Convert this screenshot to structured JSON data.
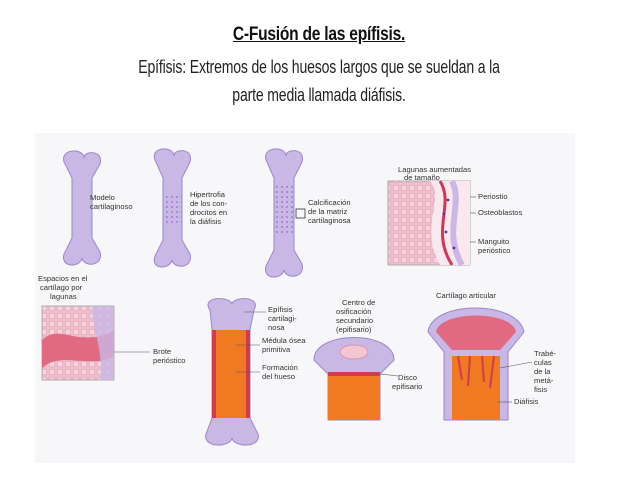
{
  "header": {
    "title": "C-Fusión de las epífisis.",
    "line1": "Epífisis: Extremos de los huesos largos que se sueldan a la",
    "line2": "parte media llamada diáfisis."
  },
  "figure": {
    "labels": {
      "modelo": [
        "Modelo",
        "cartilaginoso"
      ],
      "hipertrofia": [
        "Hipertrofia",
        "de los con-",
        "droci­tos en",
        "la diáfisis"
      ],
      "calcificacion": [
        "Calcificación",
        "de la matriz",
        "cartilaginosa"
      ],
      "lagunas_aum": [
        "Lagunas aumentadas",
        "de tamaño"
      ],
      "periostio": [
        "Periostio"
      ],
      "osteoblastos": [
        "Osteoblastos"
      ],
      "manguito": [
        "Manguito",
        "perióstico"
      ],
      "espacios": [
        "Espacios en el",
        "cartílago por",
        "lagunas"
      ],
      "brote": [
        "Brote",
        "perióstico"
      ],
      "epifisis_cart": [
        "Epífisis",
        "cartilagi-",
        "nosa"
      ],
      "medula": [
        "Médula ósea",
        "primitiva"
      ],
      "formacion": [
        "Formación",
        "del hueso"
      ],
      "centro": [
        "Centro de",
        "osificación",
        "secundario",
        "(epifisario)"
      ],
      "cart_articular": [
        "Cartílago articular"
      ],
      "disco": [
        "Disco",
        "epifisario"
      ],
      "trabeculas": [
        "Trabé-",
        "culas",
        "de la",
        "metá-",
        "fisis"
      ],
      "diafisis": [
        "Diáfisis"
      ]
    }
  },
  "colors": {
    "cartilage": "#c9b8e6",
    "cartilage_dark": "#a78fd4",
    "bone_red": "#d94a5a",
    "orange": "#f07a22",
    "pink": "#f4c6d2",
    "background": "#ffffff"
  }
}
